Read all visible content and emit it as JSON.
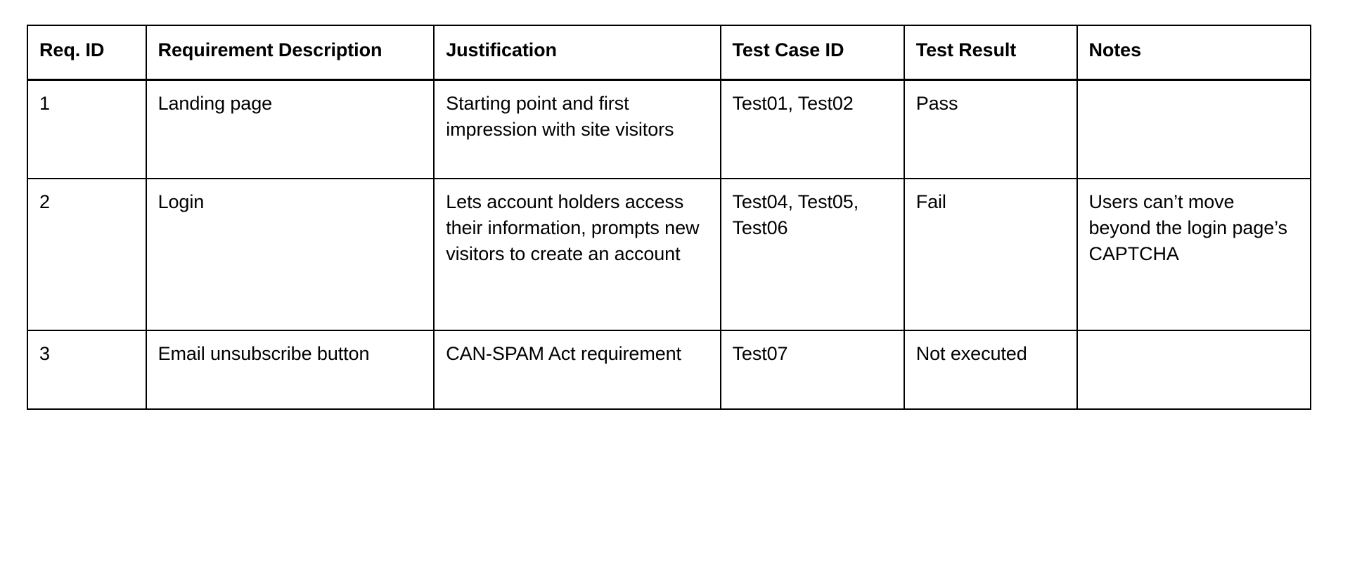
{
  "document": {
    "type": "requirements-traceability-matrix-table",
    "background_color": "#ffffff",
    "text_color": "#000000",
    "border_color": "#000000"
  },
  "table": {
    "columns": [
      {
        "key": "req_id",
        "label": "Req. ID"
      },
      {
        "key": "desc",
        "label": "Requirement Description"
      },
      {
        "key": "just",
        "label": "Justification"
      },
      {
        "key": "tcid",
        "label": "Test Case ID"
      },
      {
        "key": "tres",
        "label": "Test Result"
      },
      {
        "key": "notes",
        "label": "Notes"
      }
    ],
    "rows": [
      {
        "req_id": "1",
        "desc": "Landing page",
        "just": "Starting point and first impression with site visitors",
        "tcid": "Test01, Test02",
        "tres": "Pass",
        "notes": ""
      },
      {
        "req_id": "2",
        "desc": "Login",
        "just": "Lets account holders access their information, prompts new visitors to create an account",
        "tcid": "Test04, Test05, Test06",
        "tres": "Fail",
        "notes": "Users can’t move beyond the login page’s CAPTCHA"
      },
      {
        "req_id": "3",
        "desc": "Email unsubscribe button",
        "just": "CAN-SPAM Act requirement",
        "tcid": "Test07",
        "tres": "Not executed",
        "notes": ""
      }
    ]
  }
}
